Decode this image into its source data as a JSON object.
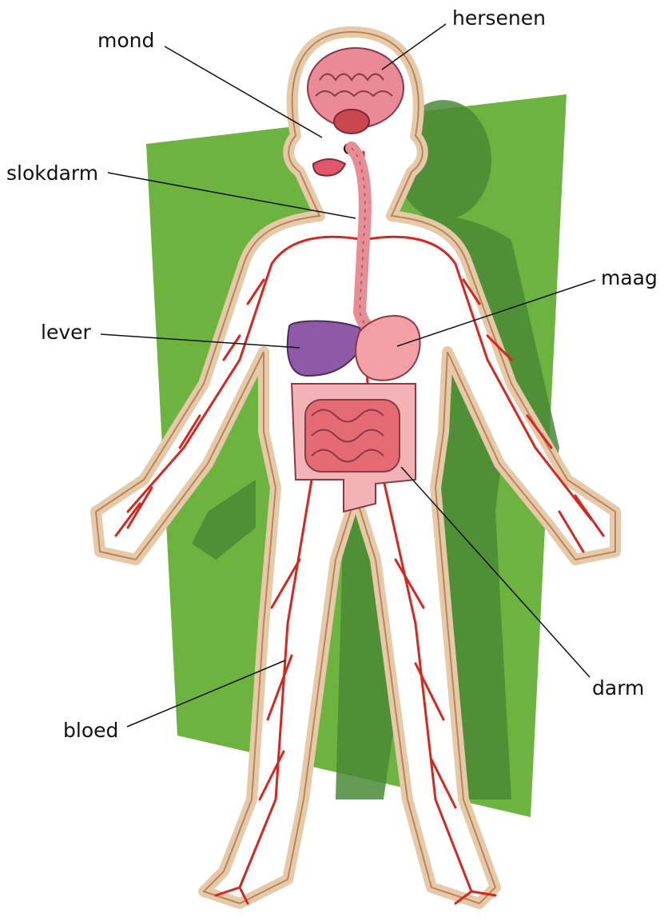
{
  "labels": {
    "hersenen": "hersenen",
    "mond": "mond",
    "slokdarm": "slokdarm",
    "maag": "maag",
    "lever": "lever",
    "darm": "darm",
    "bloed": "bloed"
  },
  "colors": {
    "background_panel": "#6cb33f",
    "shadow": "#4a8a36",
    "skin_outline": "#e6c9a8",
    "body_fill": "#ffffff",
    "vessels": "#d7261e",
    "brain": "#e98a96",
    "liver": "#8e5aa7",
    "stomach": "#f2a0a6",
    "intestines": "#e46b74",
    "leader_lines": "#111111"
  },
  "icons": [
    "human-body-illustration",
    "brain-icon",
    "liver-icon",
    "stomach-icon",
    "intestines-icon",
    "esophagus-icon",
    "blood-vessels-icon"
  ]
}
